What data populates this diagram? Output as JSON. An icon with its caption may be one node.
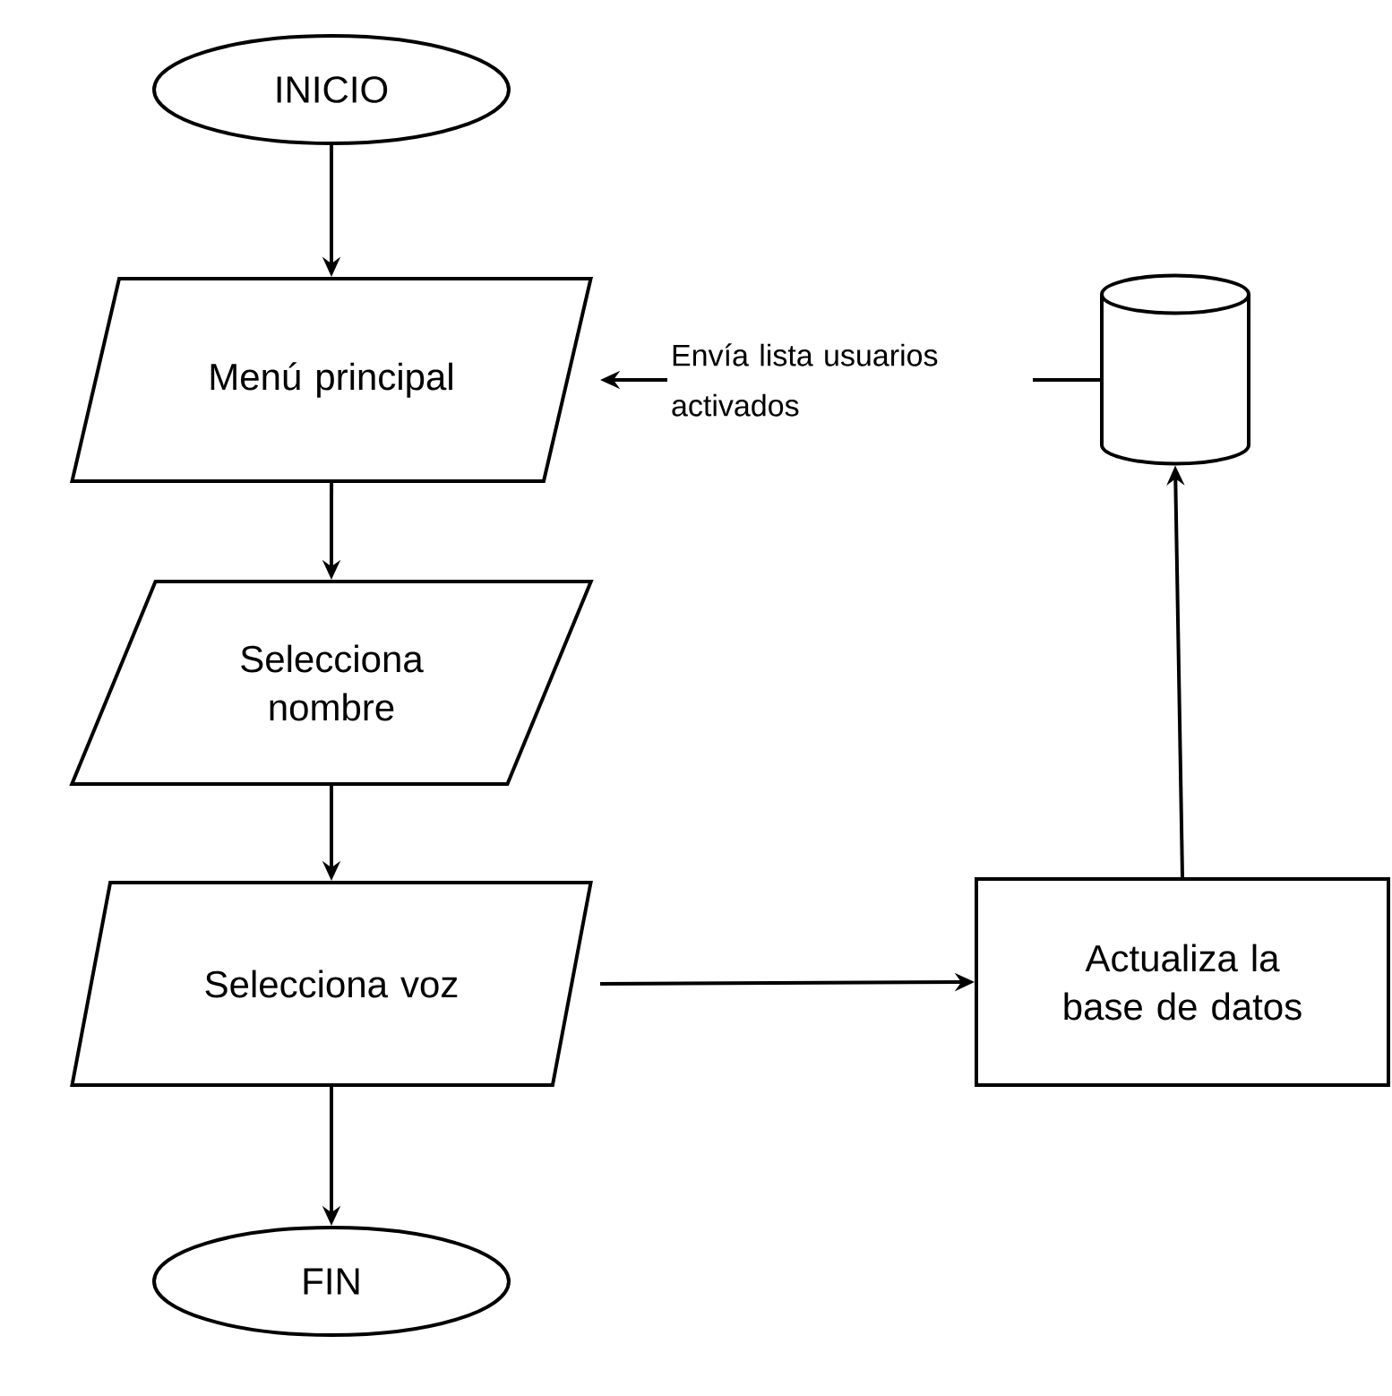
{
  "diagram": {
    "nodes": [
      {
        "text": [
          "INICIO"
        ]
      },
      {
        "text": [
          "Menú principal"
        ]
      },
      {
        "text": [
          "Selecciona nombre"
        ]
      },
      {
        "text": [
          "Selecciona voz"
        ]
      },
      {
        "text": [
          "FIN"
        ]
      },
      {
        "text": [],
        "shape": "cylinder"
      },
      {
        "text": [
          "Actualiza la base de datos"
        ]
      }
    ],
    "edges": [
      {
        "from": 0,
        "to": 1,
        "arrow": "to"
      },
      {
        "from": 1,
        "to": 2,
        "arrow": "to"
      },
      {
        "from": 2,
        "to": 3,
        "arrow": "to"
      },
      {
        "from": 3,
        "to": 4,
        "arrow": "to"
      },
      {
        "from": 3,
        "to": 6,
        "arrow": "to"
      },
      {
        "from": 6,
        "to": 5,
        "arrow": "to"
      },
      {
        "from": 5,
        "to": 1,
        "arrow": "to",
        "label": "Envía lista usuarios activados"
      }
    ]
  }
}
